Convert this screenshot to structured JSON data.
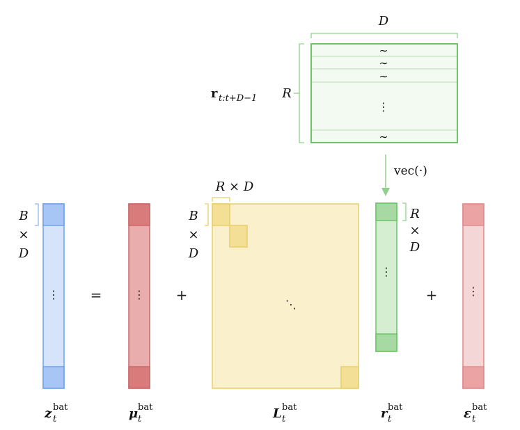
{
  "top_matrix": {
    "width_label": "D",
    "height_label": "R",
    "name_label": "r",
    "name_subscript": "t:t+D−1",
    "row_glyph": "∼",
    "vdots": "⋮"
  },
  "arrow": {
    "label": "vec(·)"
  },
  "ops": {
    "equals": "=",
    "plus1": "+",
    "plus2": "+"
  },
  "z": {
    "side_top": "B",
    "side_mid": "×",
    "side_bot": "D",
    "name": "z",
    "sub": "t",
    "sup": "bat",
    "vdots": "⋮"
  },
  "mu": {
    "name": "μ",
    "sub": "t",
    "sup": "bat",
    "vdots": "⋮"
  },
  "L": {
    "top_label": "R × D",
    "side_top": "B",
    "side_mid": "×",
    "side_bot": "D",
    "name": "L",
    "sub": "t",
    "sup": "bat",
    "ddots": "⋱"
  },
  "r": {
    "side_top": "R",
    "side_mid": "×",
    "side_bot": "D",
    "name": "r",
    "sub": "t",
    "sup": "bat",
    "vdots": "⋮"
  },
  "eps": {
    "name": "ε",
    "sub": "t",
    "sup": "bat",
    "vdots": "⋮"
  },
  "colors": {
    "blue_fill": "#d6e4fb",
    "blue_dark": "#a8c6f5",
    "blue_stroke": "#6fa0ec",
    "red_fill": "#e9adad",
    "red_dark": "#d97b7b",
    "red_stroke": "#cc6666",
    "pink_fill": "#f5d6d6",
    "pink_dark": "#eba3a3",
    "pink_stroke": "#e08a8a",
    "yellow_fill": "#fbf0cc",
    "yellow_dark": "#f3df96",
    "yellow_stroke": "#e8cd6a",
    "green_fill": "#d5eed2",
    "green_dark": "#a6daa2",
    "green_stroke": "#6cc368",
    "green_light": "#f3faf2"
  }
}
